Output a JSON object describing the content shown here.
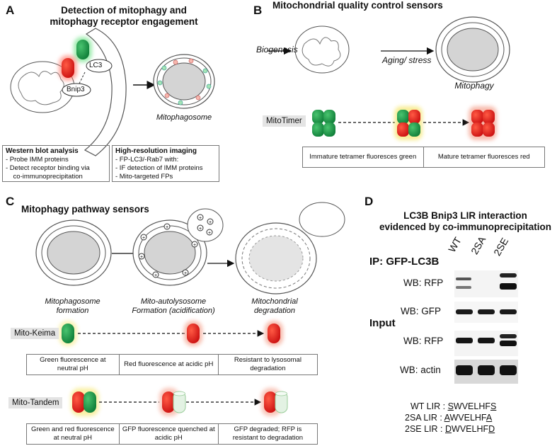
{
  "panelA": {
    "letter": "A",
    "title_line1": "Detection of mitophagy and",
    "title_line2": "mitophagy receptor engagement",
    "label_lc3": "LC3",
    "label_bnip3": "Bnip3",
    "label_mitophagosome": "Mitophagosome",
    "box_left_title": "Western blot analysis",
    "box_left_items": [
      "-  Probe IMM proteins",
      "-  Detect receptor binding via",
      "    co-immunoprecipitation"
    ],
    "box_right_title": "High-resolution imaging",
    "box_right_items": [
      "-  FP-LC3/-Rab7 with:",
      "-  IF detection of IMM proteins",
      "-  Mito-targeted FPs"
    ]
  },
  "panelB": {
    "letter": "B",
    "title": "Mitochondrial quality control sensors",
    "label_biogenesis": "Biogenesis",
    "label_aging": "Aging/ stress",
    "label_mitophagy": "Mitophagy",
    "tag_mitotimer": "MitoTimer",
    "box_cells": [
      "Immature tetramer fluoresces green",
      "Mature tetramer fluoresces red"
    ]
  },
  "panelC": {
    "letter": "C",
    "title": "Mitophagy pathway sensors",
    "stage1": "Mitophagosome formation",
    "stage2_line1": "Mito-autolysosome",
    "stage2_line2": "Formation (acidification)",
    "stage3_line1": "Mitochondrial",
    "stage3_line2": "degradation",
    "tag_keima": "Mito-Keima",
    "keima_cells": [
      "Green fluorescence at neutral pH",
      "Red fluorescence at acidic pH",
      "Resistant to lysosomal degradation"
    ],
    "tag_tandem": "Mito-Tandem",
    "tandem_cells": [
      "Green and red fluorescence at neutral pH",
      "GFP fluorescence quenched at acidic pH",
      "GFP degraded; RFP is resistant to degradation"
    ]
  },
  "panelD": {
    "letter": "D",
    "title_line1": "LC3B Bnip3 LIR interaction",
    "title_line2": "evidenced by co-immunoprecipitation",
    "ip_label": "IP: GFP-LC3B",
    "lanes": [
      "WT",
      "2SA",
      "2SE"
    ],
    "wb_rfp": "WB: RFP",
    "wb_gfp": "WB: GFP",
    "input_label": "Input",
    "wb_rfp2": "WB: RFP",
    "wb_actin": "WB: actin",
    "lir": [
      {
        "name": "WT LIR : ",
        "first": "S",
        "mid": "WVELHF",
        "last": "S"
      },
      {
        "name": "2SA LIR : ",
        "first": "A",
        "mid": "WVELHF",
        "last": "A"
      },
      {
        "name": "2SE LIR : ",
        "first": "D",
        "mid": "WVELHF",
        "last": "D"
      }
    ]
  },
  "colors": {
    "green": "#1f9a4a",
    "red": "#e8231f",
    "glow_yellow": "#f5e66a",
    "glow_red": "#f4a08c",
    "gray": "#c8c8c8"
  }
}
